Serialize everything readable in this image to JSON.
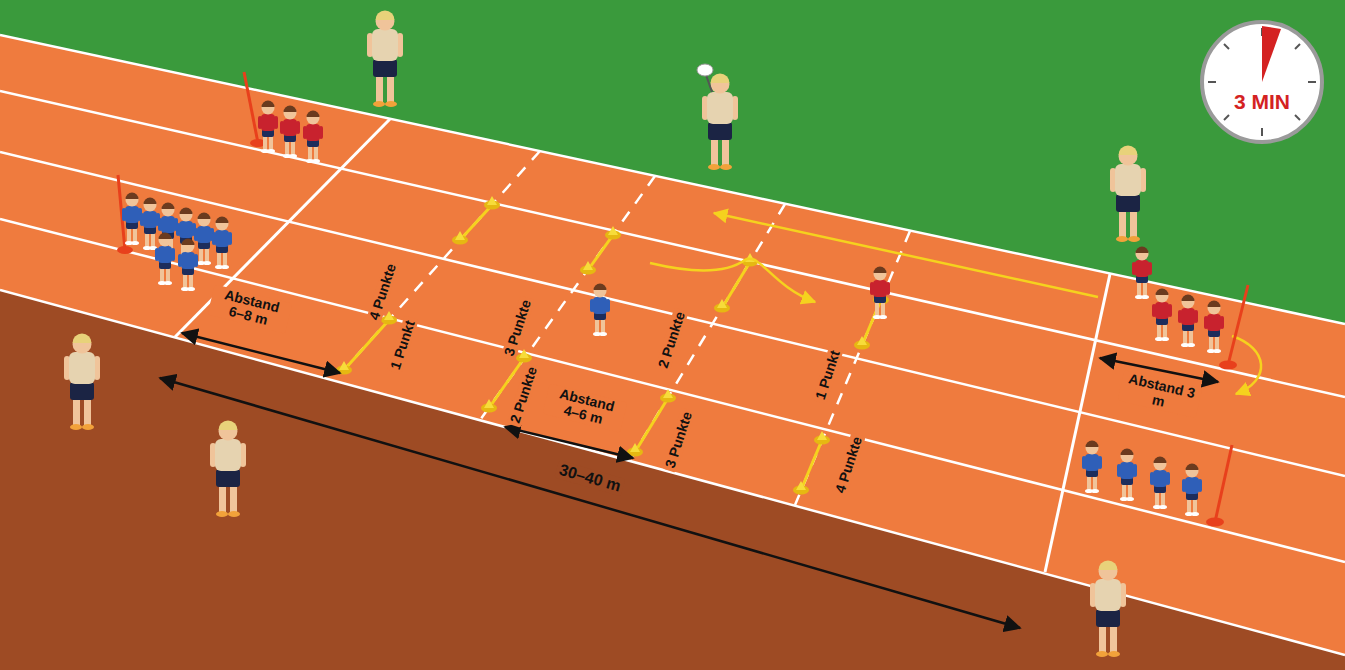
{
  "diagram": {
    "labels": [
      "3 MIN",
      "Abstand 6–8 m",
      "4 Punkte",
      "1 Punkt",
      "3 Punkte",
      "2 Punkte",
      "Abstand 4–6 m",
      "2 Punkte",
      "3 Punkte",
      "1 Punkt",
      "4 Punkte",
      "Abstand 3 m",
      "30–40 m"
    ]
  }
}
